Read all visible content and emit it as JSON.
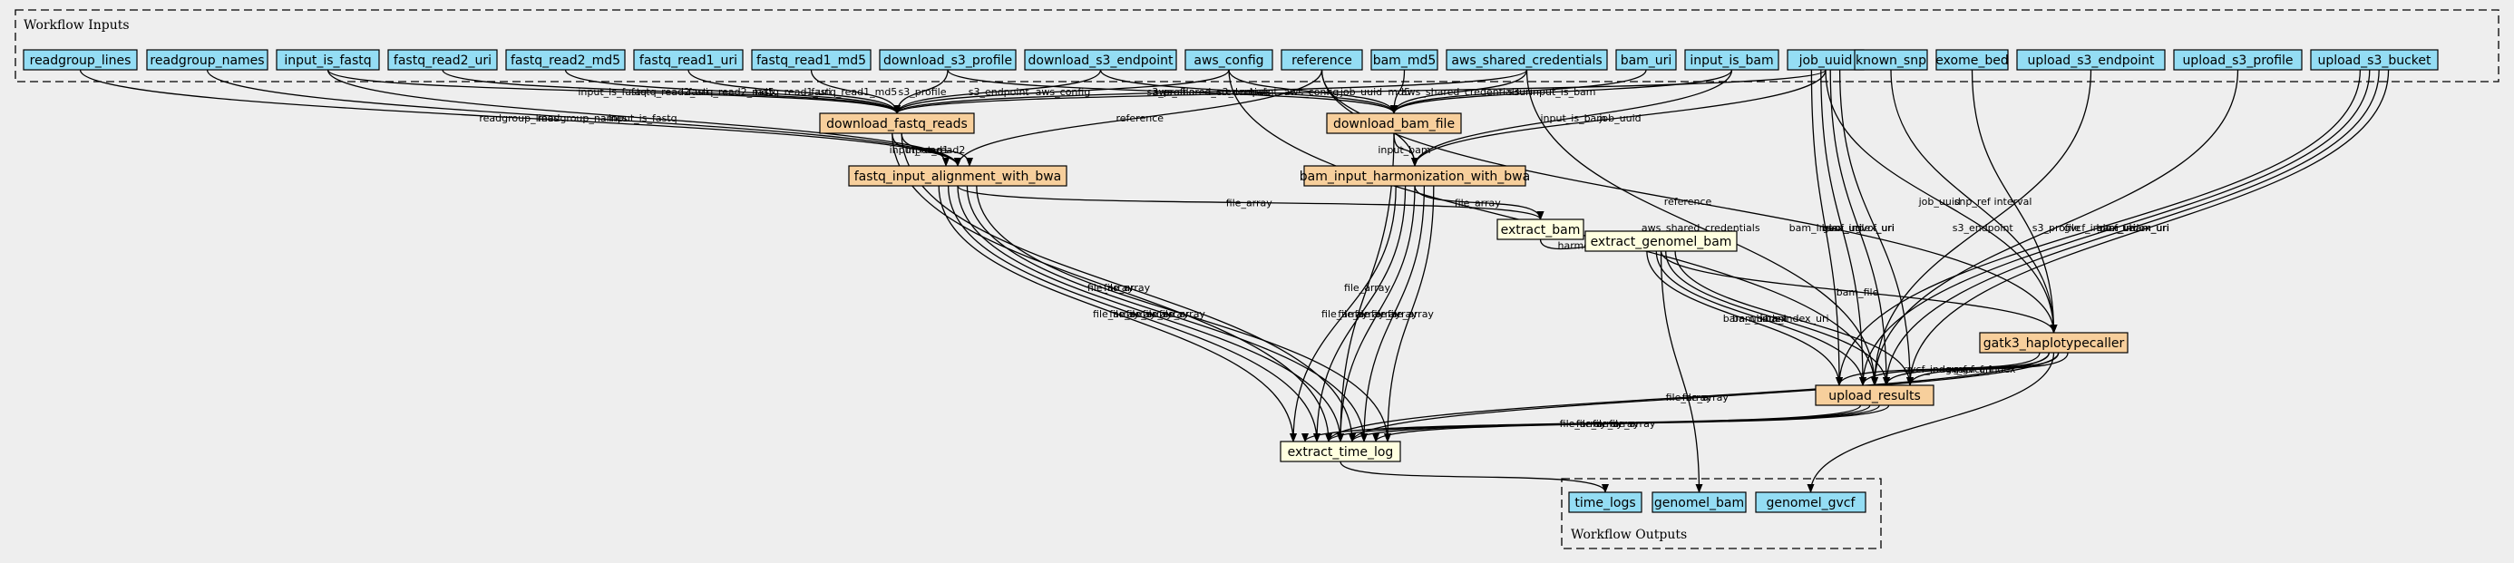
{
  "diagram": {
    "colors": {
      "input": "#94ddf4",
      "step": "#f7cf9c",
      "tool": "#ffffe0",
      "output": "#94ddf4",
      "background": "#eeeeee"
    },
    "clusters": {
      "inputs": "Workflow Inputs",
      "outputs": "Workflow Outputs"
    },
    "nodes": [
      {
        "id": "readgroup_lines",
        "label": "readgroup_lines",
        "kind": "input"
      },
      {
        "id": "readgroup_names",
        "label": "readgroup_names",
        "kind": "input"
      },
      {
        "id": "input_is_fastq",
        "label": "input_is_fastq",
        "kind": "input"
      },
      {
        "id": "fastq_read2_uri",
        "label": "fastq_read2_uri",
        "kind": "input"
      },
      {
        "id": "fastq_read2_md5",
        "label": "fastq_read2_md5",
        "kind": "input"
      },
      {
        "id": "fastq_read1_uri",
        "label": "fastq_read1_uri",
        "kind": "input"
      },
      {
        "id": "fastq_read1_md5",
        "label": "fastq_read1_md5",
        "kind": "input"
      },
      {
        "id": "download_s3_profile",
        "label": "download_s3_profile",
        "kind": "input"
      },
      {
        "id": "download_s3_endpoint",
        "label": "download_s3_endpoint",
        "kind": "input"
      },
      {
        "id": "aws_config",
        "label": "aws_config",
        "kind": "input"
      },
      {
        "id": "reference",
        "label": "reference",
        "kind": "input"
      },
      {
        "id": "bam_md5",
        "label": "bam_md5",
        "kind": "input"
      },
      {
        "id": "aws_shared_credentials",
        "label": "aws_shared_credentials",
        "kind": "input"
      },
      {
        "id": "bam_uri",
        "label": "bam_uri",
        "kind": "input"
      },
      {
        "id": "input_is_bam",
        "label": "input_is_bam",
        "kind": "input"
      },
      {
        "id": "job_uuid",
        "label": "job_uuid",
        "kind": "input"
      },
      {
        "id": "known_snp",
        "label": "known_snp",
        "kind": "input"
      },
      {
        "id": "exome_bed",
        "label": "exome_bed",
        "kind": "input"
      },
      {
        "id": "upload_s3_endpoint",
        "label": "upload_s3_endpoint",
        "kind": "input"
      },
      {
        "id": "upload_s3_profile",
        "label": "upload_s3_profile",
        "kind": "input"
      },
      {
        "id": "upload_s3_bucket",
        "label": "upload_s3_bucket",
        "kind": "input"
      },
      {
        "id": "download_fastq_reads",
        "label": "download_fastq_reads",
        "kind": "step"
      },
      {
        "id": "download_bam_file",
        "label": "download_bam_file",
        "kind": "step"
      },
      {
        "id": "fastq_input_alignment_with_bwa",
        "label": "fastq_input_alignment_with_bwa",
        "kind": "step"
      },
      {
        "id": "bam_input_harmonization_with_bwa",
        "label": "bam_input_harmonization_with_bwa",
        "kind": "step"
      },
      {
        "id": "extract_bam",
        "label": "extract_bam",
        "kind": "tool"
      },
      {
        "id": "extract_genomel_bam",
        "label": "extract_genomel_bam",
        "kind": "tool"
      },
      {
        "id": "gatk3_haplotypecaller",
        "label": "gatk3_haplotypecaller",
        "kind": "step"
      },
      {
        "id": "upload_results",
        "label": "upload_results",
        "kind": "step"
      },
      {
        "id": "extract_time_log",
        "label": "extract_time_log",
        "kind": "tool"
      },
      {
        "id": "time_logs",
        "label": "time_logs",
        "kind": "output"
      },
      {
        "id": "genomel_bam",
        "label": "genomel_bam",
        "kind": "output"
      },
      {
        "id": "genomel_gvcf",
        "label": "genomel_gvcf",
        "kind": "output"
      }
    ],
    "edges": [
      {
        "from": "readgroup_lines",
        "to": "fastq_input_alignment_with_bwa",
        "label": "readgroup_lines"
      },
      {
        "from": "readgroup_names",
        "to": "fastq_input_alignment_with_bwa",
        "label": "readgroup_names"
      },
      {
        "from": "input_is_fastq",
        "to": "download_fastq_reads",
        "label": "input_is_fastq"
      },
      {
        "from": "input_is_fastq",
        "to": "fastq_input_alignment_with_bwa",
        "label": "input_is_fastq"
      },
      {
        "from": "fastq_read2_uri",
        "to": "download_fastq_reads",
        "label": "fastq_read2_uri"
      },
      {
        "from": "fastq_read2_md5",
        "to": "download_fastq_reads",
        "label": "fastq_read2_md5"
      },
      {
        "from": "fastq_read1_uri",
        "to": "download_fastq_reads",
        "label": "fastq_read1_uri"
      },
      {
        "from": "fastq_read1_md5",
        "to": "download_fastq_reads",
        "label": "fastq_read1_md5"
      },
      {
        "from": "download_s3_profile",
        "to": "download_fastq_reads",
        "label": "s3_profile"
      },
      {
        "from": "download_s3_profile",
        "to": "download_bam_file",
        "label": "s3_profile"
      },
      {
        "from": "download_s3_endpoint",
        "to": "download_fastq_reads",
        "label": "s3_endpoint"
      },
      {
        "from": "download_s3_endpoint",
        "to": "download_bam_file",
        "label": "s3_endpoint"
      },
      {
        "from": "aws_config",
        "to": "download_fastq_reads",
        "label": "aws_config"
      },
      {
        "from": "aws_config",
        "to": "download_bam_file",
        "label": "aws_config"
      },
      {
        "from": "aws_config",
        "to": "upload_results",
        "label": "aws_config"
      },
      {
        "from": "reference",
        "to": "fastq_input_alignment_with_bwa",
        "label": "reference"
      },
      {
        "from": "reference",
        "to": "bam_input_harmonization_with_bwa",
        "label": "reference"
      },
      {
        "from": "reference",
        "to": "gatk3_haplotypecaller",
        "label": "reference"
      },
      {
        "from": "bam_md5",
        "to": "download_bam_file",
        "label": "md5"
      },
      {
        "from": "aws_shared_credentials",
        "to": "download_fastq_reads",
        "label": "aws_shared_credentials"
      },
      {
        "from": "aws_shared_credentials",
        "to": "download_bam_file",
        "label": "aws_shared_credentials"
      },
      {
        "from": "aws_shared_credentials",
        "to": "upload_results",
        "label": "aws_shared_credentials"
      },
      {
        "from": "bam_uri",
        "to": "download_bam_file",
        "label": "s3uri"
      },
      {
        "from": "input_is_bam",
        "to": "download_bam_file",
        "label": "input_is_bam"
      },
      {
        "from": "input_is_bam",
        "to": "bam_input_harmonization_with_bwa",
        "label": "input_is_bam"
      },
      {
        "from": "job_uuid",
        "to": "download_fastq_reads",
        "label": "job_uuid"
      },
      {
        "from": "job_uuid",
        "to": "bam_input_harmonization_with_bwa",
        "label": "job_uuid"
      },
      {
        "from": "job_uuid",
        "to": "gatk3_haplotypecaller",
        "label": "job_uuid"
      },
      {
        "from": "job_uuid",
        "to": "upload_results",
        "label": "bam_index_uri"
      },
      {
        "from": "job_uuid",
        "to": "upload_results",
        "label": "bam_uri"
      },
      {
        "from": "job_uuid",
        "to": "upload_results",
        "label": "gvcf_index_uri"
      },
      {
        "from": "job_uuid",
        "to": "upload_results",
        "label": "gvcf_uri"
      },
      {
        "from": "known_snp",
        "to": "gatk3_haplotypecaller",
        "label": "snp_ref"
      },
      {
        "from": "exome_bed",
        "to": "gatk3_haplotypecaller",
        "label": "interval"
      },
      {
        "from": "upload_s3_endpoint",
        "to": "upload_results",
        "label": "s3_endpoint"
      },
      {
        "from": "upload_s3_profile",
        "to": "upload_results",
        "label": "s3_profile"
      },
      {
        "from": "upload_s3_bucket",
        "to": "upload_results",
        "label": "gvcf_index_uri"
      },
      {
        "from": "upload_s3_bucket",
        "to": "upload_results",
        "label": "gvcf_uri"
      },
      {
        "from": "upload_s3_bucket",
        "to": "upload_results",
        "label": "bam_index_uri"
      },
      {
        "from": "upload_s3_bucket",
        "to": "upload_results",
        "label": "bam_uri"
      },
      {
        "from": "download_fastq_reads",
        "to": "fastq_input_alignment_with_bwa",
        "label": "input_read1"
      },
      {
        "from": "download_fastq_reads",
        "to": "fastq_input_alignment_with_bwa",
        "label": "input_read2"
      },
      {
        "from": "download_fastq_reads",
        "to": "extract_time_log",
        "label": "file_array"
      },
      {
        "from": "download_fastq_reads",
        "to": "extract_time_log",
        "label": "file_array"
      },
      {
        "from": "download_bam_file",
        "to": "bam_input_harmonization_with_bwa",
        "label": "input_bam"
      },
      {
        "from": "download_bam_file",
        "to": "extract_time_log",
        "label": "file_array"
      },
      {
        "from": "fastq_input_alignment_with_bwa",
        "to": "extract_bam",
        "label": "file_array"
      },
      {
        "from": "fastq_input_alignment_with_bwa",
        "to": "extract_time_log",
        "label": "file_array"
      },
      {
        "from": "fastq_input_alignment_with_bwa",
        "to": "extract_time_log",
        "label": "file_array"
      },
      {
        "from": "fastq_input_alignment_with_bwa",
        "to": "extract_time_log",
        "label": "file_array"
      },
      {
        "from": "fastq_input_alignment_with_bwa",
        "to": "extract_time_log",
        "label": "file_array"
      },
      {
        "from": "fastq_input_alignment_with_bwa",
        "to": "extract_time_log",
        "label": "file_array"
      },
      {
        "from": "bam_input_harmonization_with_bwa",
        "to": "extract_bam",
        "label": "file_array"
      },
      {
        "from": "bam_input_harmonization_with_bwa",
        "to": "extract_time_log",
        "label": "file_array"
      },
      {
        "from": "bam_input_harmonization_with_bwa",
        "to": "extract_time_log",
        "label": "file_array"
      },
      {
        "from": "bam_input_harmonization_with_bwa",
        "to": "extract_time_log",
        "label": "file_array"
      },
      {
        "from": "bam_input_harmonization_with_bwa",
        "to": "extract_time_log",
        "label": "file_array"
      },
      {
        "from": "bam_input_harmonization_with_bwa",
        "to": "extract_time_log",
        "label": "file_array"
      },
      {
        "from": "extract_bam",
        "to": "extract_genomel_bam",
        "label": "harmonized_bam"
      },
      {
        "from": "extract_genomel_bam",
        "to": "gatk3_haplotypecaller",
        "label": "bam_file"
      },
      {
        "from": "extract_genomel_bam",
        "to": "upload_results",
        "label": "bam_uri"
      },
      {
        "from": "extract_genomel_bam",
        "to": "upload_results",
        "label": "bam_index"
      },
      {
        "from": "extract_genomel_bam",
        "to": "upload_results",
        "label": "bam"
      },
      {
        "from": "extract_genomel_bam",
        "to": "upload_results",
        "label": "bam_index_uri"
      },
      {
        "from": "extract_genomel_bam",
        "to": "genomel_bam",
        "label": ""
      },
      {
        "from": "gatk3_haplotypecaller",
        "to": "upload_results",
        "label": "gvcf_index_uri"
      },
      {
        "from": "gatk3_haplotypecaller",
        "to": "upload_results",
        "label": "gvcf"
      },
      {
        "from": "gatk3_haplotypecaller",
        "to": "upload_results",
        "label": "gvcf_uri"
      },
      {
        "from": "gatk3_haplotypecaller",
        "to": "upload_results",
        "label": "gvcf_index"
      },
      {
        "from": "gatk3_haplotypecaller",
        "to": "extract_time_log",
        "label": "file_array"
      },
      {
        "from": "gatk3_haplotypecaller",
        "to": "extract_time_log",
        "label": "file_array"
      },
      {
        "from": "gatk3_haplotypecaller",
        "to": "genomel_gvcf",
        "label": ""
      },
      {
        "from": "upload_results",
        "to": "extract_time_log",
        "label": "file_array"
      },
      {
        "from": "upload_results",
        "to": "extract_time_log",
        "label": "file_array"
      },
      {
        "from": "upload_results",
        "to": "extract_time_log",
        "label": "file_array"
      },
      {
        "from": "upload_results",
        "to": "extract_time_log",
        "label": "file_array"
      },
      {
        "from": "extract_time_log",
        "to": "time_logs",
        "label": ""
      }
    ]
  }
}
